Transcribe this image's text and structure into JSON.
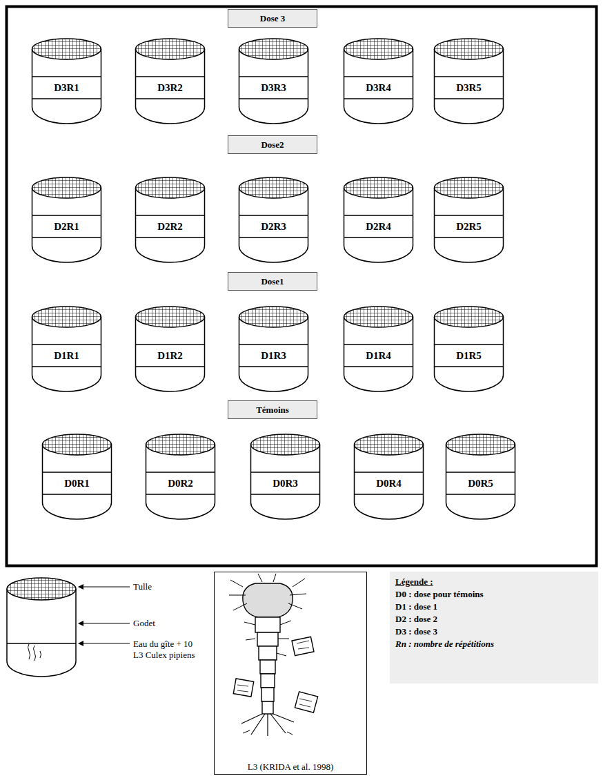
{
  "diagram": {
    "nodes": [
      {
        "text": [
          "Dose 3"
        ]
      },
      {
        "text": [
          "D3R1"
        ]
      },
      {
        "text": [
          "D3R2"
        ]
      },
      {
        "text": [
          "D3R3"
        ]
      },
      {
        "text": [
          "D3R4"
        ]
      },
      {
        "text": [
          "D3R5"
        ]
      },
      {
        "text": [
          "Dose2"
        ]
      },
      {
        "text": [
          "D2R1"
        ]
      },
      {
        "text": [
          "D2R2"
        ]
      },
      {
        "text": [
          "D2R3"
        ]
      },
      {
        "text": [
          "D2R4"
        ]
      },
      {
        "text": [
          "D2R5"
        ]
      },
      {
        "text": [
          "Dose1"
        ]
      },
      {
        "text": [
          "D1R1"
        ]
      },
      {
        "text": [
          "D1R2"
        ]
      },
      {
        "text": [
          "D1R3"
        ]
      },
      {
        "text": [
          "D1R4"
        ]
      },
      {
        "text": [
          "D1R5"
        ]
      },
      {
        "text": [
          "Témoins"
        ]
      },
      {
        "text": [
          "D0R1"
        ]
      },
      {
        "text": [
          "D0R2"
        ]
      },
      {
        "text": [
          "D0R3"
        ]
      },
      {
        "text": [
          "D0R4"
        ]
      },
      {
        "text": [
          "D0R5"
        ]
      },
      {
        "text": [
          "L3 (KRIDA et al. 1998)"
        ]
      },
      {
        "text": [
          "Légende :",
          "D0 : dose pour témoins",
          "D1 : dose 1",
          "D2 : dose 2",
          "D3 : dose 3",
          "Rn : nombre de répétitions"
        ]
      }
    ],
    "labels": [
      "Tulle",
      "Godet",
      "Eau du gîte + 10 L3 Culex pipiens"
    ]
  }
}
